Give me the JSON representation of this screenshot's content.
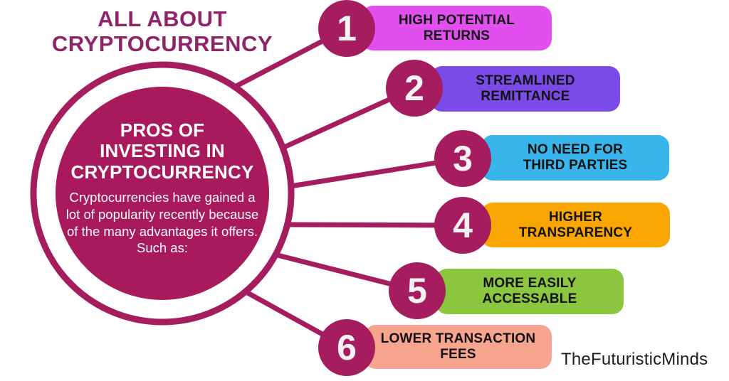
{
  "title": {
    "lines": [
      "ALL ABOUT",
      "CRYPTOCURRENCY"
    ],
    "color": "#8F2569"
  },
  "hub": {
    "heading_lines": [
      "PROS OF",
      "INVESTING IN",
      "CRYPTOCURRENCY"
    ],
    "body": "Cryptocurrencies have gained a lot of popularity recently because of the many advantages it offers. Such as:",
    "fill_color": "#A81A5B",
    "ring_color": "#A51D5E",
    "text_color": "#FFFFFF"
  },
  "connectors": {
    "color": "#A51D5E"
  },
  "number_style": {
    "circle_color": "#A51D5E",
    "text_color": "#F6F1F3"
  },
  "items": [
    {
      "number": "1",
      "label_line1": "HIGH POTENTIAL",
      "label_line2": "RETURNS",
      "color": "#E14FEE"
    },
    {
      "number": "2",
      "label_line1": "STREAMLINED",
      "label_line2": "REMITTANCE",
      "color": "#7B4BE8"
    },
    {
      "number": "3",
      "label_line1": "NO NEED FOR",
      "label_line2": "THIRD PARTIES",
      "color": "#38B6EC"
    },
    {
      "number": "4",
      "label_line1": "HIGHER",
      "label_line2": "TRANSPARENCY",
      "color": "#F9A602"
    },
    {
      "number": "5",
      "label_line1": "MORE EASILY",
      "label_line2": "ACCESSABLE",
      "color": "#8CC63F"
    },
    {
      "number": "6",
      "label_line1": "LOWER TRANSACTION",
      "label_line2": "FEES",
      "color": "#F8A58F"
    }
  ],
  "label_text_color": "#111111",
  "watermark": "TheFuturisticMinds"
}
